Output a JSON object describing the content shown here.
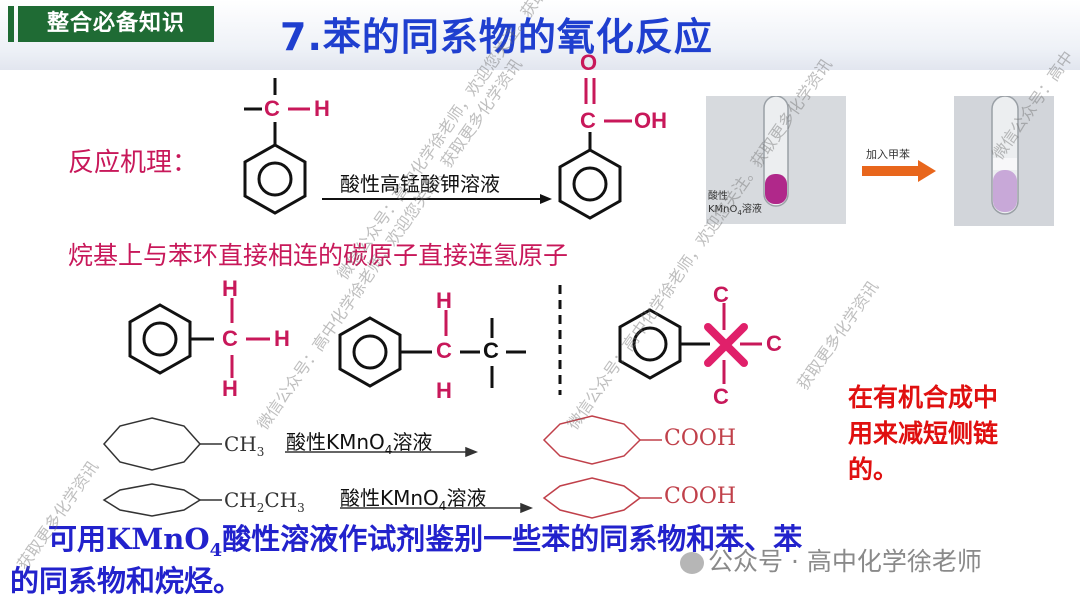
{
  "header": {
    "section_tab": "整合必备知识",
    "title": "7.苯的同系物的氧化反应"
  },
  "mechanism": {
    "label": "反应机理：",
    "reagent": "酸性高锰酸钾溶液",
    "rule": "烷基上与苯环直接相连的碳原子直接连氢原子"
  },
  "photo": {
    "tube_label_line1": "酸性",
    "tube_label_line2": "KMnO",
    "tube_label_sub": "4",
    "tube_label_line2_suffix": "溶液",
    "arrow_label": "加入甲苯"
  },
  "structures": {
    "atom_c": "C",
    "atom_h": "H",
    "atom_o": "O",
    "atom_oh": "OH",
    "cooh_upper": "COOH",
    "cooh_lower": "COOH"
  },
  "examples": {
    "reagent_1": "酸性KMnO",
    "reagent_1_sub": "4",
    "reagent_1_suffix": "溶液",
    "reagent_2": "酸性KMnO",
    "reagent_2_sub": "4",
    "reagent_2_suffix": "溶液",
    "ch3": "CH",
    "ch3_sub": "3",
    "ethyl_a": "CH",
    "ethyl_a_sub": "2",
    "ethyl_b": "CH",
    "ethyl_b_sub": "3"
  },
  "note": {
    "line1": "在有机合成中",
    "line2": "用来减短侧链",
    "line3": "的。"
  },
  "bottom": {
    "line1_a": "可用KMnO",
    "line1_sub": "4",
    "line1_b": "酸性溶液作试剂鉴别一些苯的同系物和苯、苯",
    "line2": "的同系物和烷烃。"
  },
  "watermarks": {
    "wm1": "微信公众号：高中化学徐老师，欢迎您关注。获取更多化学资讯",
    "wm2": "微信公众号：高中化学徐老师，欢迎您关注。获取更多化学资讯",
    "wm3": "获取更多化学资讯",
    "wm4": "微信公众号：高中化学徐老师，欢迎您关注。获取更多化学资讯",
    "wm5": "微信公众号：高中",
    "wm6": "获取更多化学资讯"
  },
  "credit": "公众号 · 高中化学徐老师"
}
